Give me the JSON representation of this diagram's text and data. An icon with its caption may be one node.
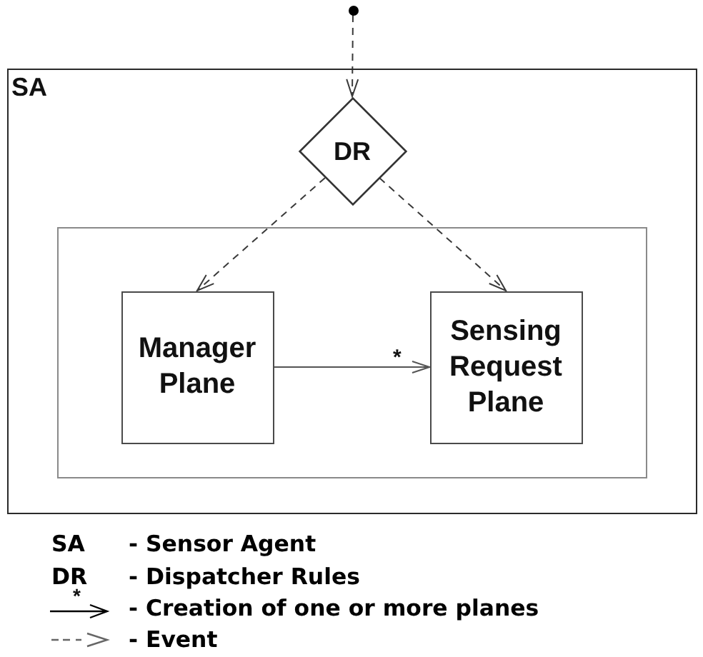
{
  "diagram": {
    "nodes": [
      {
        "text": [],
        "shape": "circle"
      },
      {
        "text": [
          "SA"
        ]
      },
      {
        "text": [
          "DR"
        ],
        "in": 1
      },
      {
        "text": [],
        "shape": "box",
        "in": 1
      },
      {
        "text": [
          "Manager Plane"
        ],
        "in": 3
      },
      {
        "text": [
          "Sensing Request Plane"
        ],
        "in": 3
      }
    ],
    "edges": [
      {
        "from": 0,
        "to": 2,
        "arrow": "to",
        "style": "dashed"
      },
      {
        "from": 2,
        "to": 4,
        "arrow": "to",
        "style": "dashed"
      },
      {
        "from": 2,
        "to": 5,
        "arrow": "to",
        "style": "dashed"
      },
      {
        "from": 4,
        "to": 5,
        "arrow": "to",
        "label": "*"
      }
    ],
    "labels": [
      "SA",
      "DR",
      "*"
    ],
    "legend": [
      {
        "text": "- Sensor Agent"
      },
      {
        "text": "- Dispatcher Rules"
      },
      {
        "text": "- Creation of one or more planes"
      },
      {
        "text": "- Event"
      }
    ]
  }
}
